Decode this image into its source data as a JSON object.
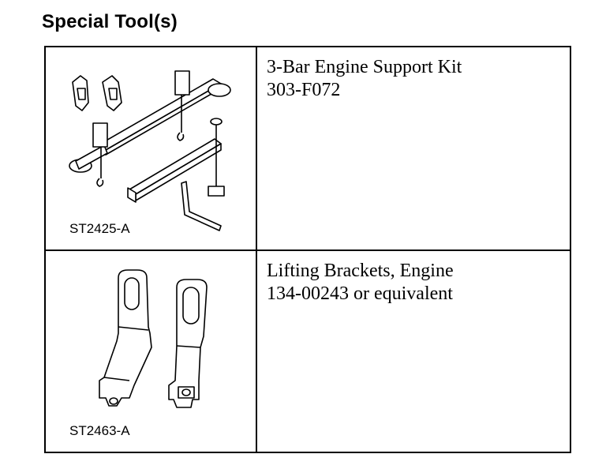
{
  "heading": "Special Tool(s)",
  "tools": [
    {
      "name": "3-Bar Engine Support Kit",
      "number": "303-F072",
      "figure_ref": "ST2425-A",
      "illustration_icon": "engine-support-kit-icon"
    },
    {
      "name": "Lifting Brackets, Engine",
      "number": "134-00243 or equivalent",
      "figure_ref": "ST2463-A",
      "illustration_icon": "lifting-brackets-icon"
    }
  ]
}
